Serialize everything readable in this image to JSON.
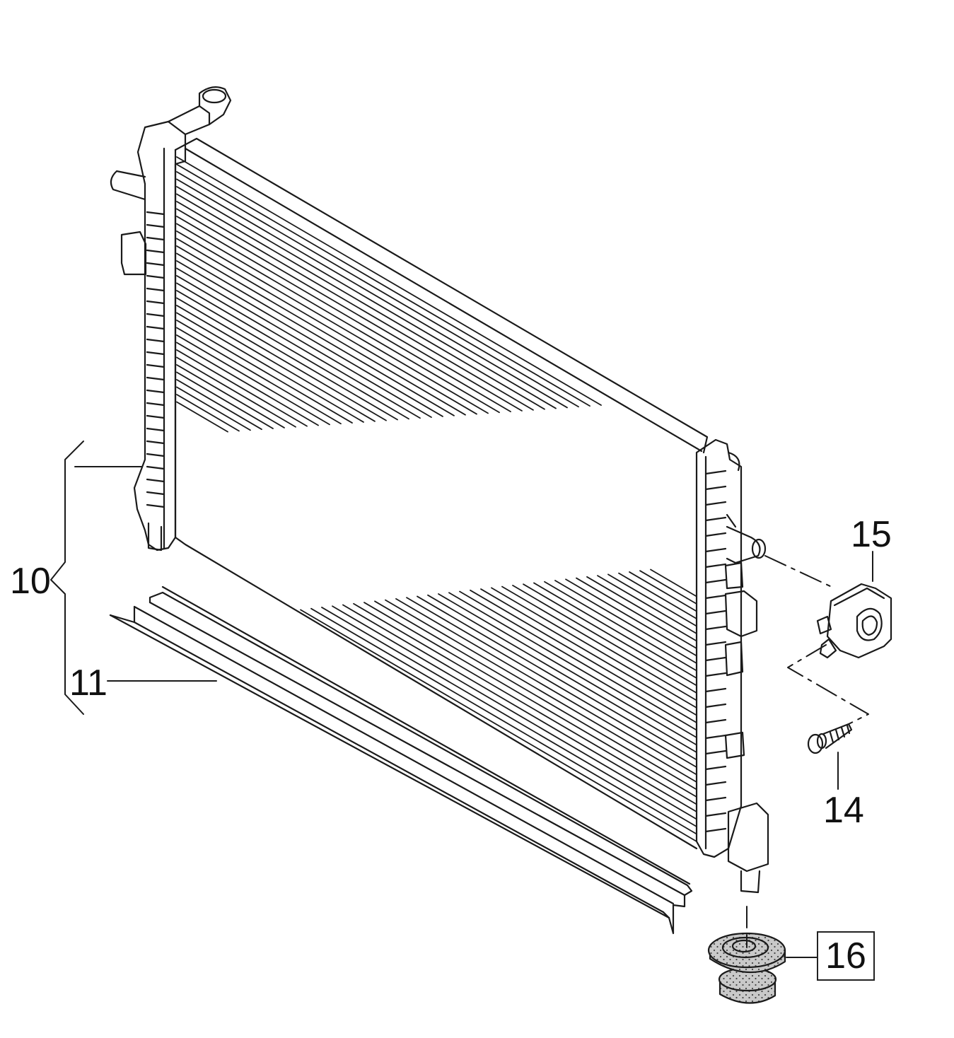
{
  "callouts": {
    "part_10": "10",
    "part_11": "11",
    "part_14": "14",
    "part_15": "15",
    "part_16": "16"
  },
  "colors": {
    "line": "#1a1a1a",
    "grommet_fill": "#c9c9c9",
    "background": "#ffffff"
  }
}
